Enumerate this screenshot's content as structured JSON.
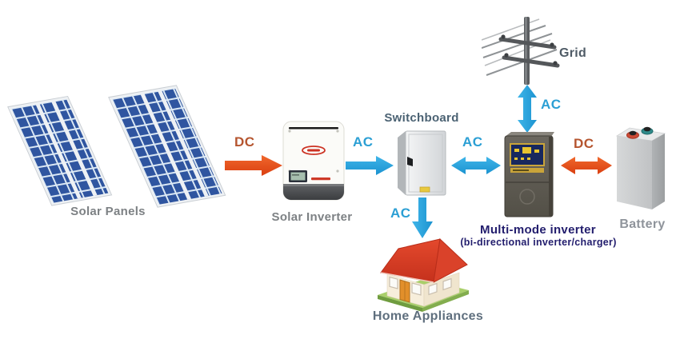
{
  "diagram": {
    "nodes": {
      "solar_panels": {
        "label": "Solar Panels",
        "icon": "solar-panels-icon"
      },
      "solar_inverter": {
        "label": "Solar Inverter",
        "icon": "solar-inverter-icon"
      },
      "switchboard": {
        "label": "Switchboard",
        "icon": "switchboard-icon"
      },
      "grid": {
        "label": "Grid",
        "icon": "utility-pole-icon"
      },
      "multi_mode_inverter": {
        "label": "Multi-mode inverter",
        "sublabel": "(bi-directional inverter/charger)",
        "icon": "multi-mode-inverter-icon"
      },
      "battery": {
        "label": "Battery",
        "icon": "battery-icon"
      },
      "home_appliances": {
        "label": "Home Appliances",
        "icon": "house-icon"
      }
    },
    "edges": [
      {
        "from": "solar_panels",
        "to": "solar_inverter",
        "label": "DC",
        "direction": "one-way"
      },
      {
        "from": "solar_inverter",
        "to": "switchboard",
        "label": "AC",
        "direction": "one-way"
      },
      {
        "from": "switchboard",
        "to": "multi_mode_inverter",
        "label": "AC",
        "direction": "two-way"
      },
      {
        "from": "grid",
        "to": "multi_mode_inverter",
        "label": "AC",
        "direction": "two-way"
      },
      {
        "from": "multi_mode_inverter",
        "to": "battery",
        "label": "DC",
        "direction": "two-way"
      },
      {
        "from": "switchboard",
        "to": "home_appliances",
        "label": "AC",
        "direction": "one-way"
      }
    ],
    "colors": {
      "ac_arrow": "#29a7e0",
      "dc_arrow": "#e6511d",
      "ac_label": "#2b9fd4",
      "dc_label": "#b5552f",
      "node_label_gray": "#7d8184",
      "heading_slate": "#4b6273",
      "multi_mode_navy": "#221d6d"
    }
  }
}
